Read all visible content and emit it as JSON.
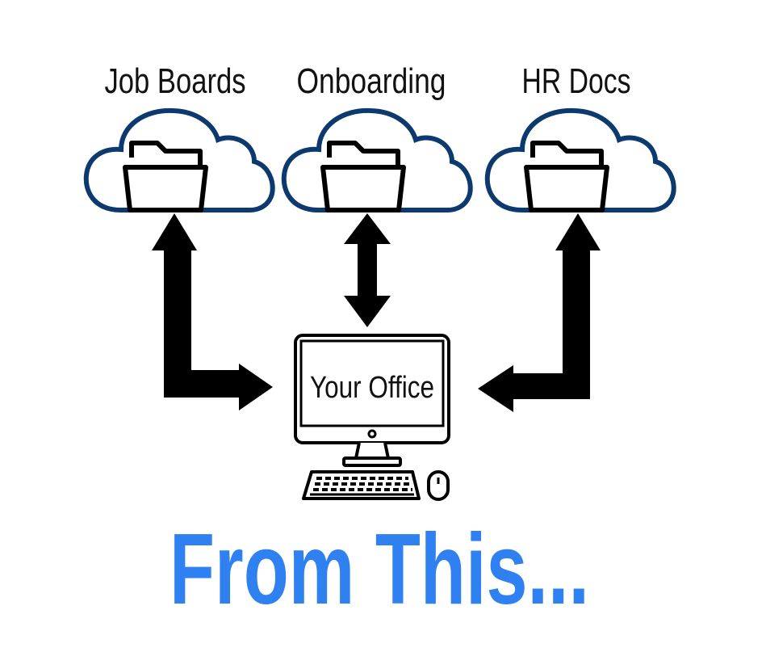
{
  "clouds": [
    {
      "label": "Job Boards",
      "icon": "cloud-folder-icon"
    },
    {
      "label": "Onboarding",
      "icon": "cloud-folder-icon"
    },
    {
      "label": "HR Docs",
      "icon": "cloud-folder-icon"
    }
  ],
  "computer": {
    "screen_text": "Your Office",
    "icon": "desktop-computer-icon"
  },
  "caption": "From This...",
  "colors": {
    "cloud_outline": "#0d3a6e",
    "caption": "#2f80f0",
    "ink": "#000000"
  }
}
